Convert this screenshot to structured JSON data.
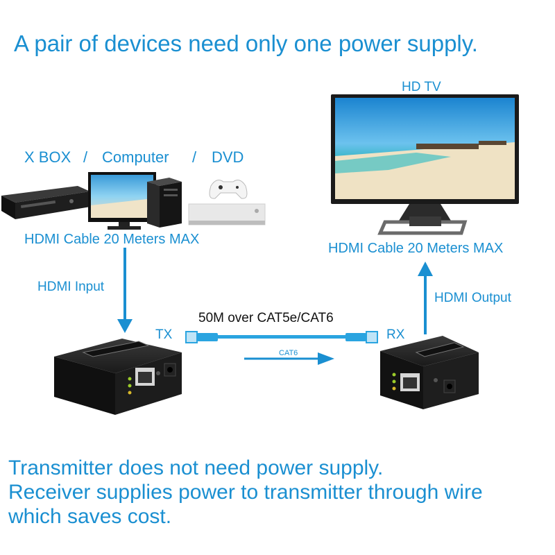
{
  "headline": "A pair of devices need only one power supply.",
  "hdtv_label": "HD TV",
  "sources": {
    "xbox": "X BOX",
    "sep1": "/",
    "computer": "Computer",
    "sep2": "/",
    "dvd": "DVD"
  },
  "left_cable_label": "HDMI Cable 20 Meters MAX",
  "right_cable_label": "HDMI Cable 20 Meters MAX",
  "hdmi_input": "HDMI Input",
  "hdmi_output": "HDMI Output",
  "tx": "TX",
  "rx": "RX",
  "cat_label": "50M over CAT5e/CAT6",
  "cat6_arrow_label": "CAT6",
  "bottom_lines": [
    "Transmitter does not need power supply.",
    "Receiver supplies power to transmitter through wire",
    "which saves cost."
  ],
  "colors": {
    "accent": "#1a8fd1",
    "cable": "#2aa4e0",
    "device": "#1c1c1c"
  }
}
